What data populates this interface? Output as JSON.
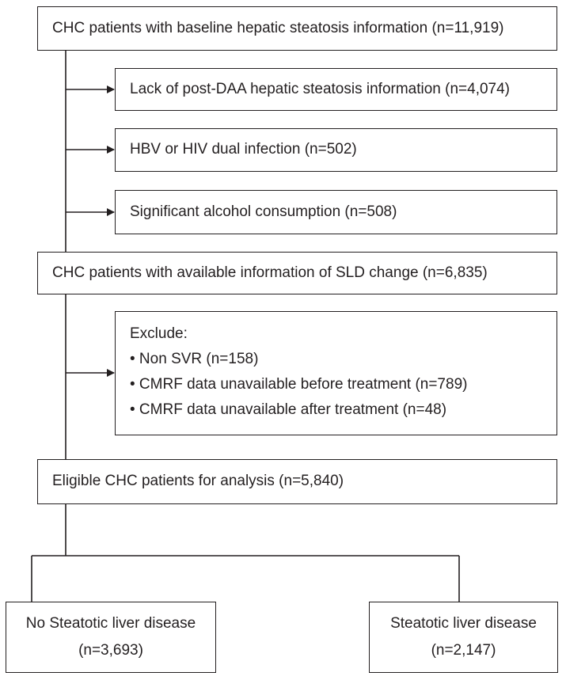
{
  "flowchart": {
    "start": "CHC patients with baseline hepatic steatosis information (n=11,919)",
    "exclusions": [
      "Lack of post-DAA hepatic steatosis information (n=4,074)",
      "HBV or HIV dual infection (n=502)",
      "Significant alcohol consumption (n=508)"
    ],
    "middle": "CHC patients with available information of SLD change (n=6,835)",
    "exclude_block": {
      "heading": "Exclude:",
      "items": [
        "• Non SVR (n=158)",
        "• CMRF data unavailable before treatment (n=789)",
        "• CMRF data unavailable after treatment (n=48)"
      ]
    },
    "eligible": "Eligible CHC patients for analysis (n=5,840)",
    "groups": [
      {
        "label": "No Steatotic liver disease",
        "count": "(n=3,693)"
      },
      {
        "label": "Steatotic liver disease",
        "count": "(n=2,147)"
      }
    ]
  }
}
